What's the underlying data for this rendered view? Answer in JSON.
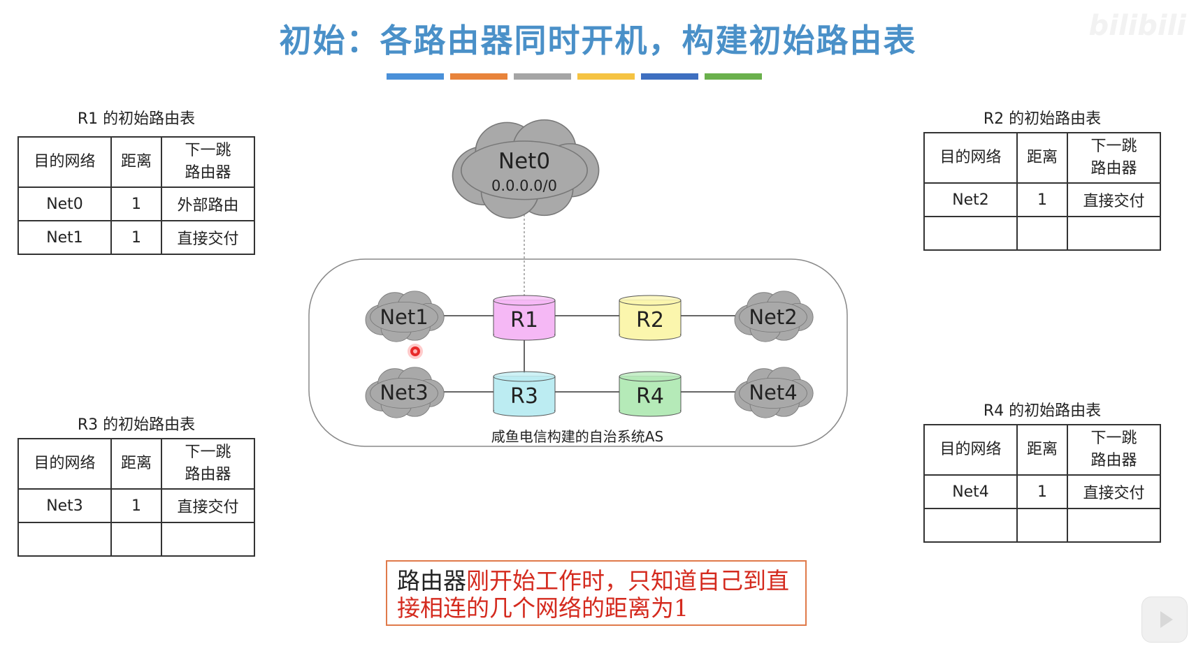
{
  "title": "初始：各路由器同时开机，构建初始路由表",
  "accent_bars": [
    "#4a90d9",
    "#e8833a",
    "#a5a5a5",
    "#f5c342",
    "#3e6fc0",
    "#6ab04c"
  ],
  "headers": {
    "dest": "目的网络",
    "dist": "距离",
    "next_line1": "下一跳",
    "next_line2": "路由器"
  },
  "tables": {
    "r1": {
      "caption": "R1 的初始路由表",
      "rows": [
        [
          "Net0",
          "1",
          "外部路由"
        ],
        [
          "Net1",
          "1",
          "直接交付"
        ]
      ]
    },
    "r2": {
      "caption": "R2 的初始路由表",
      "rows": [
        [
          "Net2",
          "1",
          "直接交付"
        ],
        [
          "",
          "",
          ""
        ]
      ]
    },
    "r3": {
      "caption": "R3 的初始路由表",
      "rows": [
        [
          "Net3",
          "1",
          "直接交付"
        ],
        [
          "",
          "",
          ""
        ]
      ]
    },
    "r4": {
      "caption": "R4 的初始路由表",
      "rows": [
        [
          "Net4",
          "1",
          "直接交付"
        ],
        [
          "",
          "",
          ""
        ]
      ]
    }
  },
  "diagram": {
    "net0": {
      "label": "Net0",
      "address": "0.0.0.0/0"
    },
    "nets": {
      "net1": "Net1",
      "net2": "Net2",
      "net3": "Net3",
      "net4": "Net4"
    },
    "routers": {
      "r1": {
        "label": "R1",
        "color": "#f5b8f5"
      },
      "r2": {
        "label": "R2",
        "color": "#fbf6ad"
      },
      "r3": {
        "label": "R3",
        "color": "#bcecf2"
      },
      "r4": {
        "label": "R4",
        "color": "#b5eab8"
      }
    },
    "as_label": "咸鱼电信构建的自治系统AS"
  },
  "note": {
    "part1": "路由器",
    "part2": "刚开始工作时，只知道自己到直接相连的几个网络的距离为",
    "part3": "1"
  },
  "watermark": "bilibili"
}
